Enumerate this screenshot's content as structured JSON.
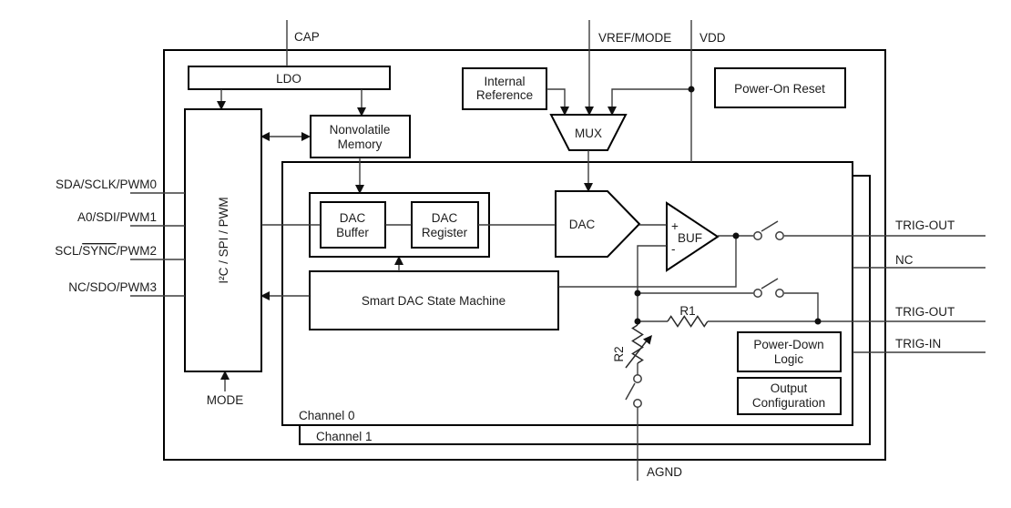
{
  "colors": {
    "background": "#ffffff",
    "box_border": "#000000",
    "wire": "#3d3d3d",
    "text": "#1c1c1c"
  },
  "pins": {
    "top": {
      "cap": "CAP",
      "vref_mode": "VREF/MODE",
      "vdd": "VDD"
    },
    "left": [
      {
        "label": "SDA/SCLK/PWM0"
      },
      {
        "label": "A0/SDI/PWM1"
      },
      {
        "pre": "SCL/",
        "sync": "SYNC",
        "post": "/PWM2"
      },
      {
        "label": "NC/SDO/PWM3"
      }
    ],
    "right": [
      {
        "label": "TRIG-OUT"
      },
      {
        "label": "NC"
      },
      {
        "label": "TRIG-OUT"
      },
      {
        "label": "TRIG-IN"
      }
    ],
    "bottom": {
      "mode": "MODE",
      "agnd": "AGND"
    }
  },
  "blocks": {
    "ldo": "LDO",
    "interface": "I²C / SPI / PWM",
    "nvm_line1": "Nonvolatile",
    "nvm_line2": "Memory",
    "internal_ref_line1": "Internal",
    "internal_ref_line2": "Reference",
    "mux": "MUX",
    "power_on_reset": "Power-On Reset",
    "dac_buffer_line1": "DAC",
    "dac_buffer_line2": "Buffer",
    "dac_register_line1": "DAC",
    "dac_register_line2": "Register",
    "dac": "DAC",
    "buf": "BUF",
    "buf_plus": "+",
    "buf_minus": "-",
    "state_machine": "Smart DAC State Machine",
    "power_down_line1": "Power-Down",
    "power_down_line2": "Logic",
    "output_cfg_line1": "Output",
    "output_cfg_line2": "Configuration",
    "r1": "R1",
    "r2": "R2",
    "channel0": "Channel 0",
    "channel1": "Channel 1"
  }
}
